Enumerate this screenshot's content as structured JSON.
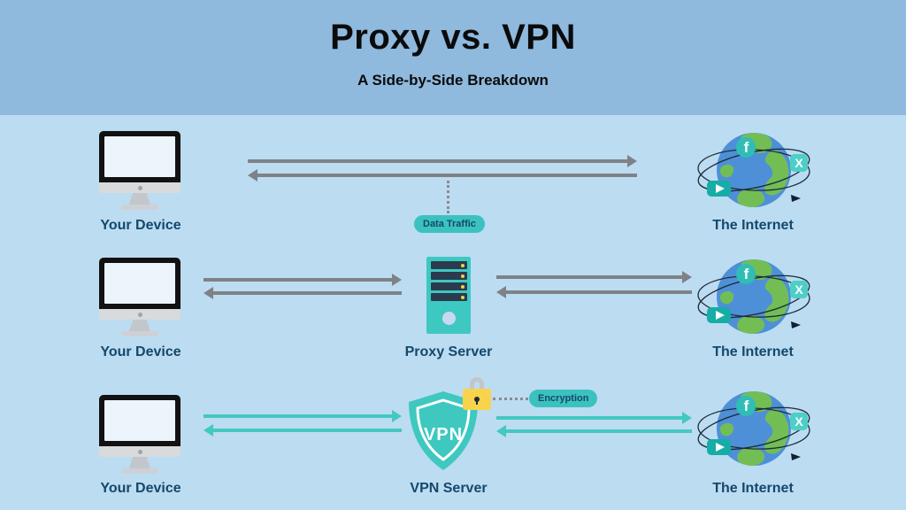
{
  "header": {
    "title": "Proxy vs. VPN",
    "subtitle": "A Side-by-Side Breakdown"
  },
  "rows": [
    {
      "id": "direct-connection",
      "device_label": "Your Device",
      "badge": "Data Traffic",
      "internet_label": "The Internet"
    },
    {
      "id": "proxy-connection",
      "device_label": "Your Device",
      "center_label": "Proxy Server",
      "internet_label": "The Internet"
    },
    {
      "id": "vpn-connection",
      "device_label": "Your Device",
      "center_label": "VPN Server",
      "shield_text": "VPN",
      "badge": "Encryption",
      "internet_label": "The Internet"
    }
  ],
  "icons": {
    "facebook": "f",
    "x": "X",
    "youtube": "css-shape-play-triangle",
    "padlock": "css-shape-lock",
    "computer": "css-shape-monitor",
    "globe": "svg-earth-with-orbits",
    "server": "css-shape-rack-tower"
  },
  "colors": {
    "header_bg": "#8FB9DD",
    "body_bg": "#BCDCF2",
    "teal": "#3EC8C0",
    "arrow_gray": "#7E8286",
    "arrow_teal": "#44C8C0",
    "label_navy": "#14486B",
    "lock_yellow": "#F8D44C",
    "globe_blue": "#4E90D8",
    "globe_green": "#72BE55",
    "title_black": "#0B0B0B"
  }
}
